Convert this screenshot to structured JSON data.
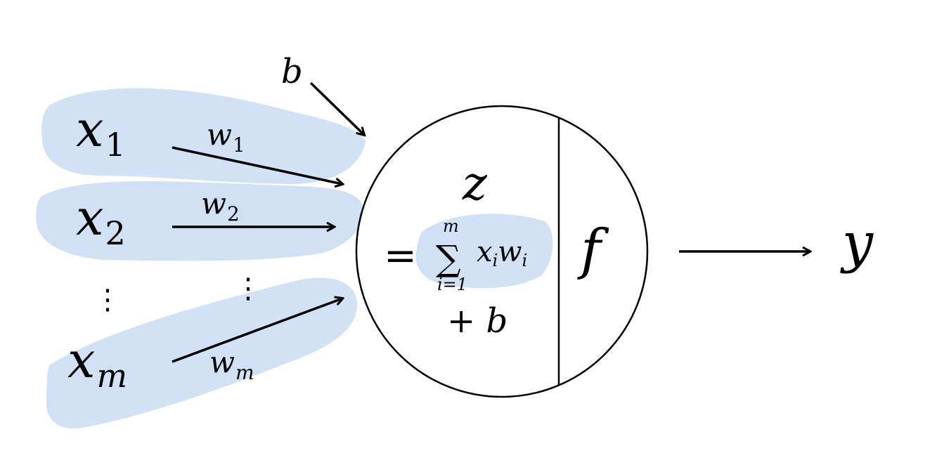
{
  "diagram": {
    "bias": {
      "label": "b"
    },
    "inputs": [
      {
        "var": "x",
        "sub": "1",
        "weight_var": "w",
        "weight_sub": "1"
      },
      {
        "var": "x",
        "sub": "2",
        "weight_var": "w",
        "weight_sub": "2"
      },
      {
        "var": "x",
        "sub": "m",
        "weight_var": "w",
        "weight_sub": "m"
      }
    ],
    "ellipsis": "⋮",
    "neuron": {
      "sum_label": "z",
      "equals": "=",
      "sigma": "∑",
      "sum_upper": "m",
      "sum_lower": "i=1",
      "term_x": "x",
      "term_x_sub": "i",
      "term_w": "w",
      "term_w_sub": "i",
      "plus_bias": "+ b",
      "activation": "f"
    },
    "output": {
      "label": "y"
    },
    "colors": {
      "highlight": "#c9dcf4",
      "stroke": "#000000",
      "background": "#ffffff"
    }
  }
}
